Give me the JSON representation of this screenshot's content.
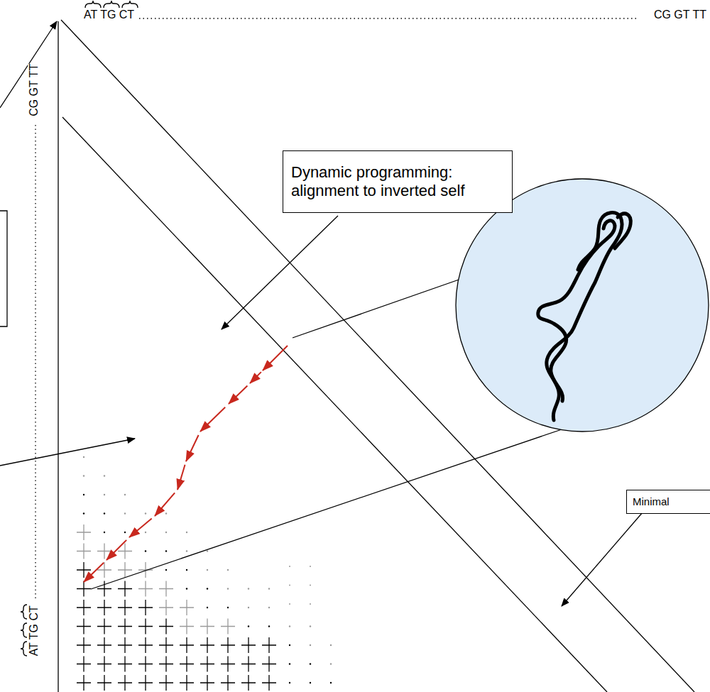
{
  "diagram": {
    "nodes": [
      {
        "text": [
          "Dynamic programming: alignment to inverted self"
        ]
      },
      {
        "text": [
          "Minimal"
        ]
      }
    ],
    "labels": [
      "AT TG CT",
      "CG GT TT",
      "CG GT TT",
      "AT TG CT"
    ]
  }
}
